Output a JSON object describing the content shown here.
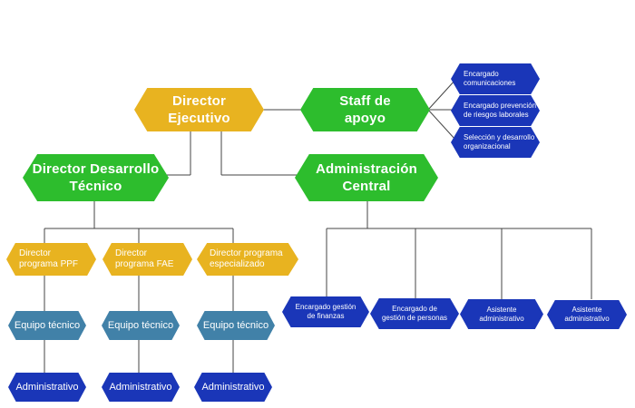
{
  "nodes": {
    "director_ejecutivo": "Director\nEjecutivo",
    "staff_apoyo": "Staff de\napoyo",
    "director_desarrollo": "Director Desarrollo\nTécnico",
    "administracion_central": "Administración\nCentral",
    "encargado_comunicaciones": "Encargado\ncomunicaciones",
    "encargado_riesgos": "Encargado prevención\nde riesgos laborales",
    "seleccion_desarrollo": "Selección y desarrollo\norganizacional",
    "director_ppf": "Director\nprograma PPF",
    "director_fae": "Director\nprograma FAE",
    "director_especializado": "Director programa\nespecializado",
    "equipo_tecnico_1": "Equipo técnico",
    "equipo_tecnico_2": "Equipo técnico",
    "equipo_tecnico_3": "Equipo técnico",
    "administrativo_1": "Administrativo",
    "administrativo_2": "Administrativo",
    "administrativo_3": "Administrativo",
    "encargado_finanzas": "Encargado gestión\nde finanzas",
    "encargado_personas": "Encargado de\ngestión de personas",
    "asistente_1": "Asistente\nadministrativo",
    "asistente_2": "Asistente\nadministrativo"
  },
  "colors": {
    "yellow": "#e8b320",
    "green": "#2dbd2d",
    "teal": "#4181a8",
    "navy": "#1a36b8"
  }
}
